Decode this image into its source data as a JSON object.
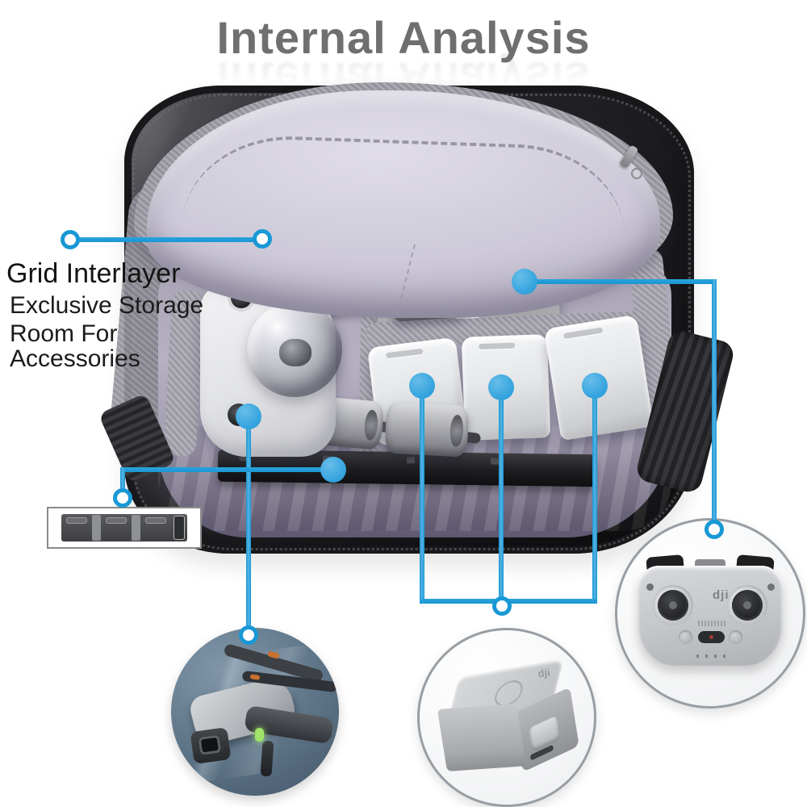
{
  "title": {
    "text": "Internal Analysis"
  },
  "caption": {
    "heading": "Grid Interlayer",
    "lines": [
      "Exclusive Storage",
      "Room For",
      "Accessories"
    ]
  },
  "logos": {
    "controller": "dji",
    "battery": "dji"
  },
  "colors": {
    "accent_line_blue": "#1B96D3",
    "callout_dot_blue": "#39A6DF",
    "title_gray": "#6F6F6F",
    "caption_black": "#141414",
    "bag_lining_lavender": "#C9C5D4",
    "bag_shell_dark": "#1E1E22",
    "inset_ring_gray": "#989EA3"
  },
  "images": {
    "main": "open-shoulder-bag-with-drone-charger-and-batteries-photo",
    "inset_left": "folded-drone-photo",
    "inset_middle": "flight-battery-photo",
    "inset_right": "remote-controller-photo",
    "inset_small": "propeller-holder-tray-photo"
  }
}
